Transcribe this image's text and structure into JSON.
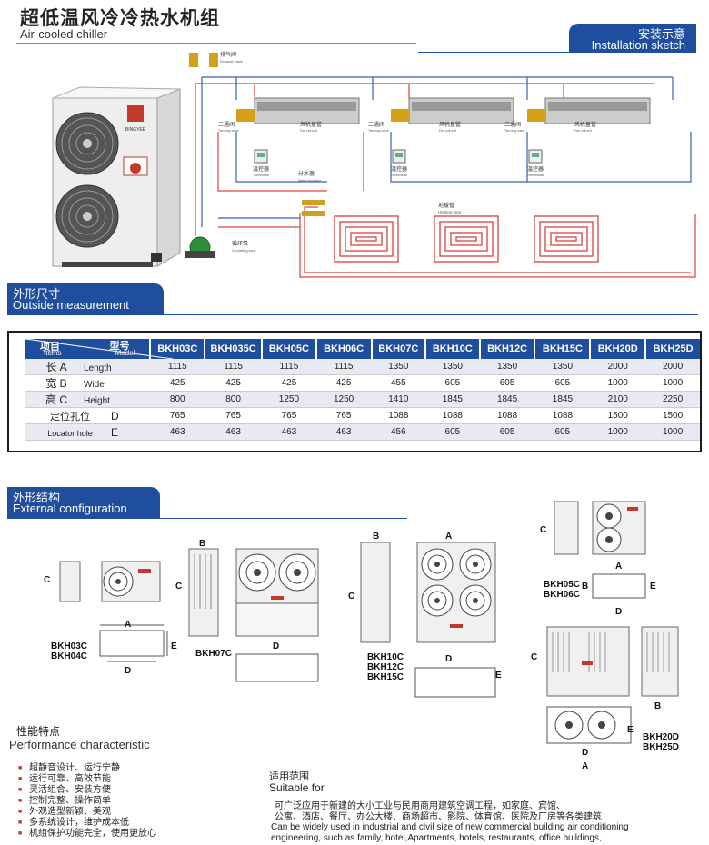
{
  "header": {
    "title_cn": "超低温风冷冷热水机组",
    "title_en": "Air-cooled chiller",
    "install_cn": "安装示意",
    "install_en": "Installation sketch"
  },
  "brand": {
    "name": "BINGYEE"
  },
  "install_sketch": {
    "exhaust_valve": "排气阀",
    "exhaust_valve_en": "Exhaust valve",
    "two_way_valve": "二通阀",
    "two_way_valve_en": "Two way valve",
    "fan_coil": "风机盘管",
    "fan_coil_en": "Fan coil unit",
    "thermostat": "温控器",
    "thermostat_en": "Thermostat",
    "water_separator": "分水器",
    "water_separator_en": "Water separator",
    "heating_pipe": "地暖管",
    "heating_pipe_en": "Heating pipe",
    "pump": "循环泵",
    "pump_en": "Circulating pump"
  },
  "outside_measurement": {
    "title_cn": "外形尺寸",
    "title_en": "Outside measurement",
    "corner_item_cn": "项目",
    "corner_item_en": "Items",
    "corner_model_cn": "型号",
    "corner_model_en": "Model",
    "models": [
      "BKH03C",
      "BKH035C",
      "BKH05C",
      "BKH06C",
      "BKH07C",
      "BKH10C",
      "BKH12C",
      "BKH15C",
      "BKH20D",
      "BKH25D"
    ],
    "rows": [
      {
        "cn": "长 A",
        "en": "Length",
        "values": [
          "1115",
          "1115",
          "1115",
          "1115",
          "1350",
          "1350",
          "1350",
          "1350",
          "2000",
          "2000"
        ]
      },
      {
        "cn": "宽 B",
        "en": "Wide",
        "values": [
          "425",
          "425",
          "425",
          "425",
          "455",
          "605",
          "605",
          "605",
          "1000",
          "1000"
        ]
      },
      {
        "cn": "高 C",
        "en": "Height",
        "values": [
          "800",
          "800",
          "1250",
          "1250",
          "1410",
          "1845",
          "1845",
          "1845",
          "2100",
          "2250"
        ]
      },
      {
        "cn": "定位孔位",
        "en": "D",
        "values": [
          "765",
          "765",
          "765",
          "765",
          "1088",
          "1088",
          "1088",
          "1088",
          "1500",
          "1500"
        ]
      },
      {
        "cn": "Locator hole",
        "en": "E",
        "values": [
          "463",
          "463",
          "463",
          "463",
          "456",
          "605",
          "605",
          "605",
          "1000",
          "1000"
        ]
      }
    ]
  },
  "external_configuration": {
    "title_cn": "外形结构",
    "title_en": "External configuration",
    "labels": {
      "a": "A",
      "b": "B",
      "c": "C",
      "d": "D",
      "e": "E"
    },
    "groups": {
      "g1": [
        "BKH03C",
        "BKH04C"
      ],
      "g2": [
        "BKH07C"
      ],
      "g3": [
        "BKH10C",
        "BKH12C",
        "BKH15C"
      ],
      "g4": [
        "BKH05C",
        "BKH06C"
      ],
      "g5": [
        "BKH20D",
        "BKH25D"
      ]
    }
  },
  "performance": {
    "title_cn": "性能特点",
    "title_en": "Performance characteristic",
    "items": [
      "超静音设计、运行宁静",
      "运行可靠、高效节能",
      "灵活组合、安装方便",
      "控制完整、操作简单",
      "外观造型新颖、美观",
      "多系统设计，维护成本低",
      "机组保护功能完全，使用更放心"
    ]
  },
  "application": {
    "title_cn": "适用范围",
    "title_en": "Suitable for",
    "text_cn_1": "可广泛应用于新建的大小工业与民用商用建筑空调工程，如家庭、宾馆、",
    "text_cn_2": "公寓、酒店、餐厅、办公大楼、商场超市、影院、体育馆、医院及厂房等各类建筑",
    "text_en_1": "Can be widely used in industrial and civil size of new commercial building air conditioning",
    "text_en_2": "engineering, such as family, hotel,Apartments, hotels, restaurants, office buildings,"
  },
  "colors": {
    "accent": "#1f4e9e",
    "pipe_red": "#d94040",
    "pipe_blue": "#3b5fb0"
  }
}
